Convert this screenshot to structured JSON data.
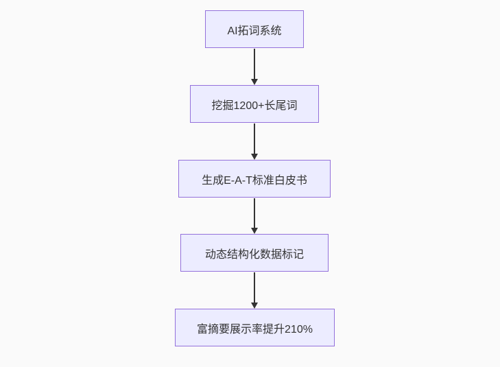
{
  "diagram": {
    "type": "flowchart",
    "direction": "top-down",
    "nodes": [
      {
        "id": "node-1",
        "label": "AI拓词系统"
      },
      {
        "id": "node-2",
        "label": "挖掘1200+长尾词"
      },
      {
        "id": "node-3",
        "label": "生成E-A-T标准白皮书"
      },
      {
        "id": "node-4",
        "label": "动态结构化数据标记"
      },
      {
        "id": "node-5",
        "label": "富摘要展示率提升210%"
      }
    ],
    "edges": [
      {
        "from": "node-1",
        "to": "node-2"
      },
      {
        "from": "node-2",
        "to": "node-3"
      },
      {
        "from": "node-3",
        "to": "node-4"
      },
      {
        "from": "node-4",
        "to": "node-5"
      }
    ],
    "colors": {
      "background": "#fafafa",
      "node_fill": "#ececff",
      "node_border": "#9370db",
      "node_text": "#333333",
      "arrow": "#333333"
    }
  }
}
